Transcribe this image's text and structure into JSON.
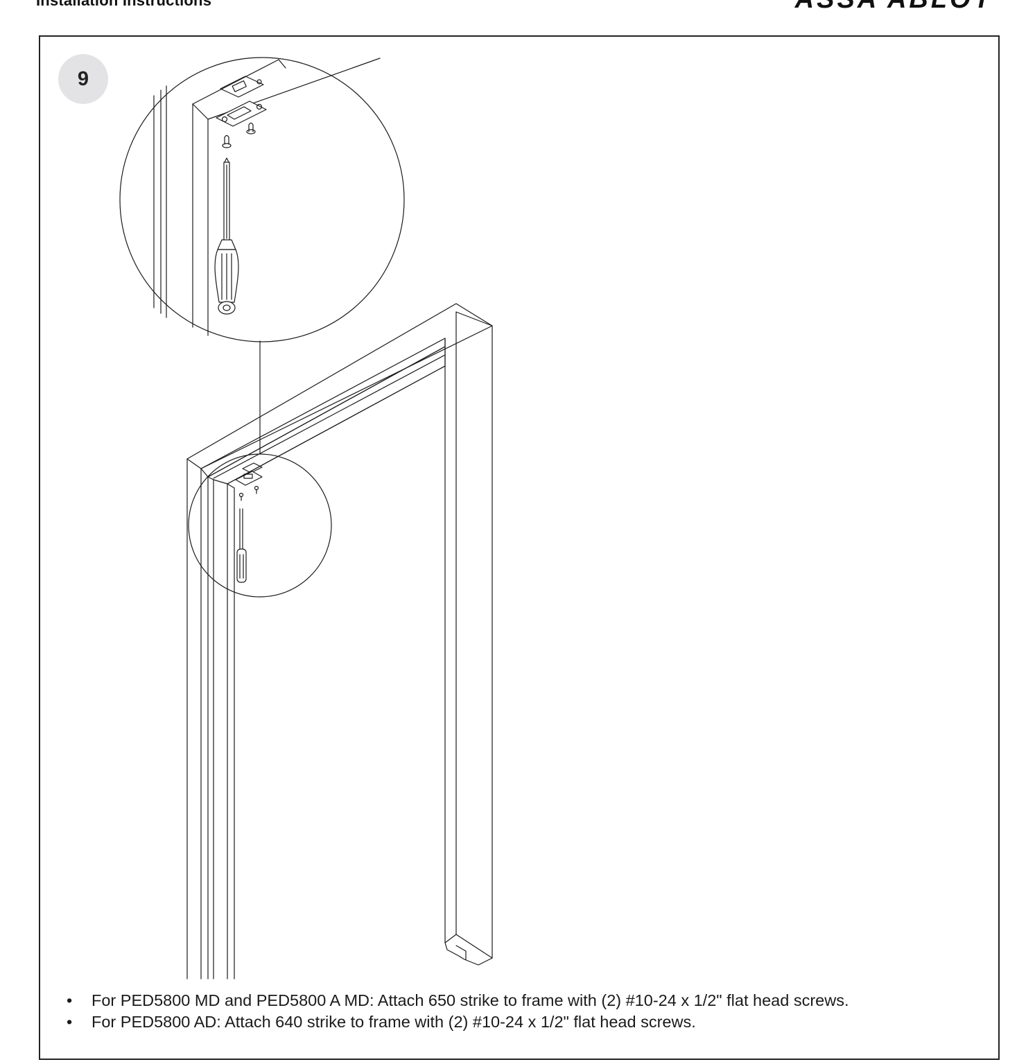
{
  "header": {
    "title": "Installation Instructions",
    "brand": "ASSA ABLOY"
  },
  "step": {
    "number": "9"
  },
  "instructions": [
    {
      "bullet": "•",
      "text": "For PED5800 MD and PED5800 A MD: Attach 650 strike to frame with (2) #10-24 x 1/2\" flat head screws."
    },
    {
      "bullet": "•",
      "text": "For PED5800 AD: Attach 640 strike to frame with (2) #10-24 x 1/2\" flat head screws."
    }
  ],
  "colors": {
    "line": "#1a1a1a",
    "badge_bg": "#e3e3e5",
    "background": "#ffffff"
  }
}
